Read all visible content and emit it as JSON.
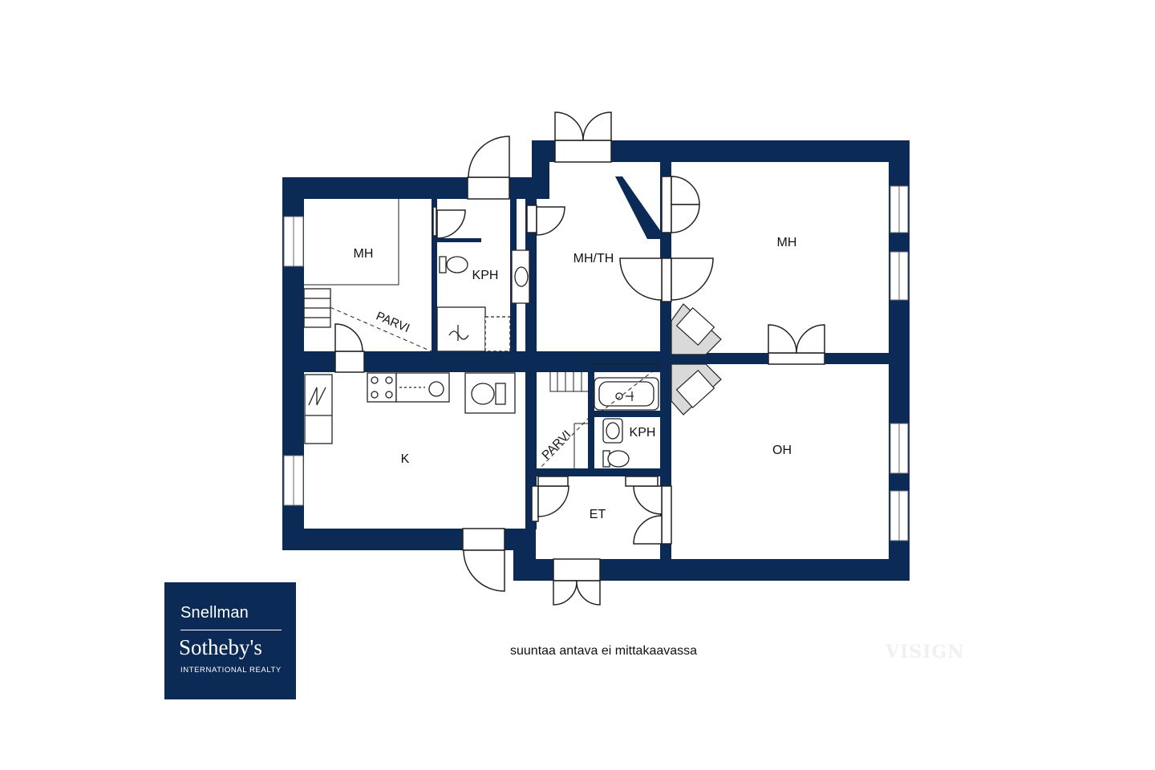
{
  "colors": {
    "wall": "#0b2a56",
    "line": "#222222",
    "background": "#ffffff"
  },
  "rooms": {
    "mh_left": "MH",
    "kph_top": "KPH",
    "mh_th": "MH/TH",
    "mh_right": "MH",
    "parvi_top": "PARVI",
    "kitchen": "K",
    "parvi_bottom": "PARVI",
    "kph_bottom": "KPH",
    "oh": "OH",
    "et": "ET"
  },
  "caption": "suuntaa antava ei mittakaavassa",
  "brand_mark": "VISIGN",
  "logo": {
    "line1": "Snellman",
    "line2": "Sotheby's",
    "line3": "INTERNATIONAL REALTY"
  }
}
